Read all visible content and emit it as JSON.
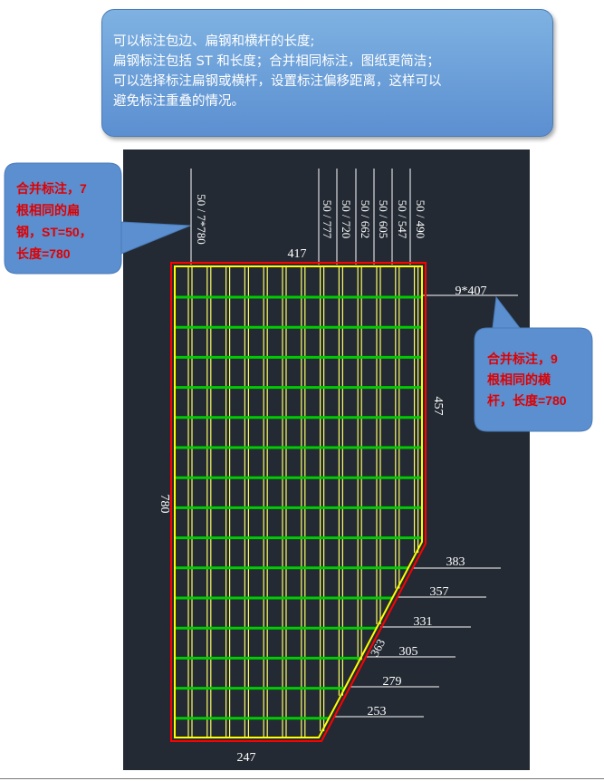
{
  "intro": {
    "lines": [
      "可以标注包边、扁钢和横杆的长度;",
      "扁钢标注包括 ST 和长度；合并相同标注，图纸更简洁；",
      "可以选择标注扁钢或横杆，设置标注偏移距离，这样可以",
      "避免标注重叠的情况。"
    ]
  },
  "callouts": {
    "flat_steel": [
      "合并标注，7",
      "根相同的扁",
      "钢，ST=50，",
      "长度=780"
    ],
    "crossbar": [
      "合并标注，9",
      "根相同的横",
      "杆，长度=780"
    ]
  },
  "dimensions": {
    "top_edge": "417",
    "bottom_edge": "247",
    "left_edge": "780",
    "right_edge": "457",
    "diagonal": "363",
    "crossbar_merged": "9*407",
    "flat_steel_top": [
      "50 / 7*780",
      "50 / 777",
      "50 / 720",
      "50 / 662",
      "50 / 605",
      "50 / 547",
      "50 / 490"
    ],
    "flat_steel_bottom": [
      "383",
      "357",
      "331",
      "305",
      "279",
      "253"
    ]
  },
  "colors": {
    "background": "#232a33",
    "frame_outer": "#ff0000",
    "frame_inner": "#ffff00",
    "crossbar": "#00cc00",
    "flat_steel": "#ffff66",
    "dim_text": "#ffffff",
    "callout_fill": "#5b8fd0",
    "callout_text": "#e00000"
  }
}
